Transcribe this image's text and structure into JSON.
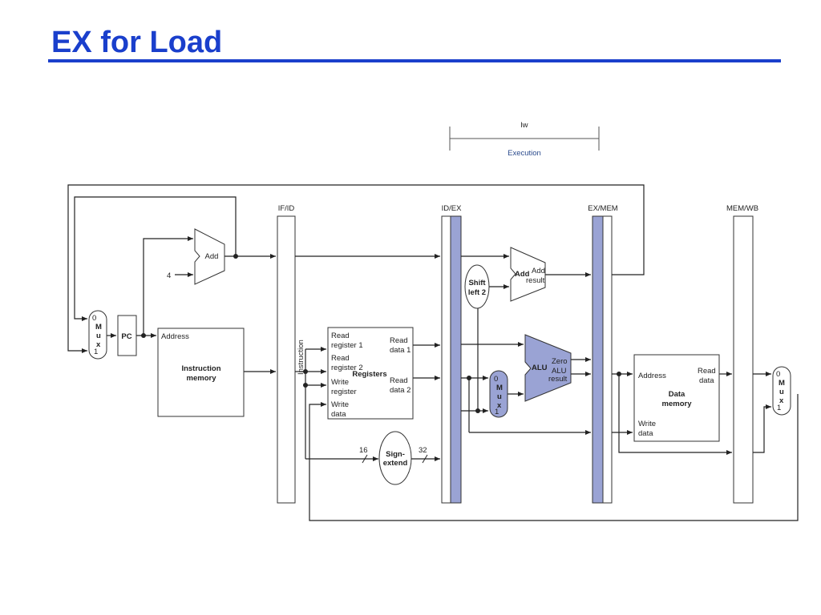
{
  "title": "EX for Load",
  "stage": {
    "instruction": "lw",
    "name": "Execution"
  },
  "pipeline_registers": [
    "IF/ID",
    "ID/EX",
    "EX/MEM",
    "MEM/WB"
  ],
  "labels": {
    "add_if": "Add",
    "const_four": "4",
    "pc": "PC",
    "mux_0": "0",
    "mux_1": "1",
    "mux_m": "M",
    "mux_u": "u",
    "mux_x": "x",
    "address": "Address",
    "instr_mem_1": "Instruction",
    "instr_mem_2": "memory",
    "instruction": "Instruction",
    "read_reg1_a": "Read",
    "read_reg1_b": "register 1",
    "read_reg2_a": "Read",
    "read_reg2_b": "register 2",
    "write_reg_a": "Write",
    "write_reg_b": "register",
    "write_data_a": "Write",
    "write_data_b": "data",
    "registers": "Registers",
    "read_data1_a": "Read",
    "read_data1_b": "data 1",
    "read_data2_a": "Read",
    "read_data2_b": "data 2",
    "bits_16": "16",
    "bits_32": "32",
    "sign_ext_1": "Sign-",
    "sign_ext_2": "extend",
    "shift_1": "Shift",
    "shift_2": "left 2",
    "add_ex": "Add",
    "add_result_1": "Add",
    "add_result_2": "result",
    "alu": "ALU",
    "zero": "Zero",
    "alu_result_1": "ALU",
    "alu_result_2": "result",
    "dm_address": "Address",
    "dm_read_1": "Read",
    "dm_read_2": "data",
    "dm_title_1": "Data",
    "dm_title_2": "memory",
    "dm_write_1": "Write",
    "dm_write_2": "data"
  },
  "colors": {
    "title": "#1a3fcc",
    "highlight": "#9aa3d4",
    "line": "#222222",
    "stage_label": "#2a4a8c"
  }
}
